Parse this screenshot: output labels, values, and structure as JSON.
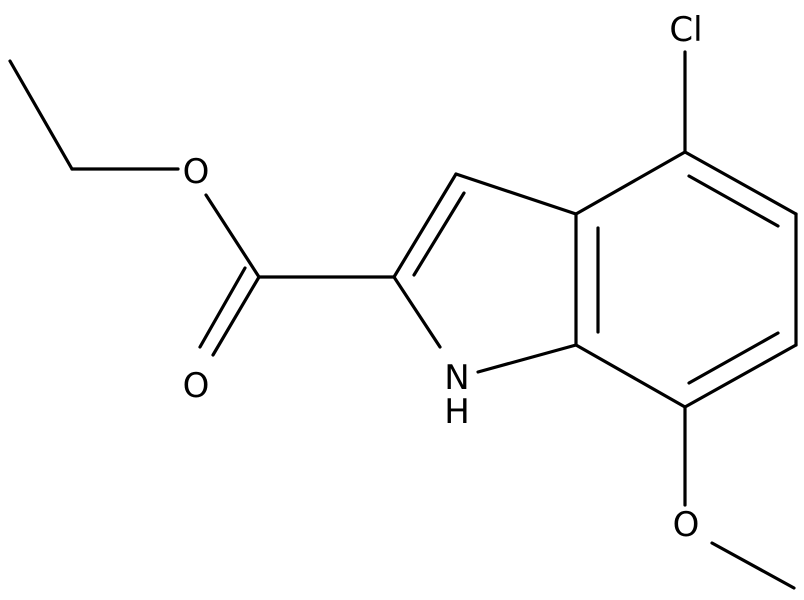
{
  "molecule": {
    "atoms": {
      "cl": "Cl",
      "ester_o": "O",
      "carbonyl_o": "O",
      "nh": "H",
      "nh_n": "N",
      "methoxy_o": "O"
    }
  }
}
